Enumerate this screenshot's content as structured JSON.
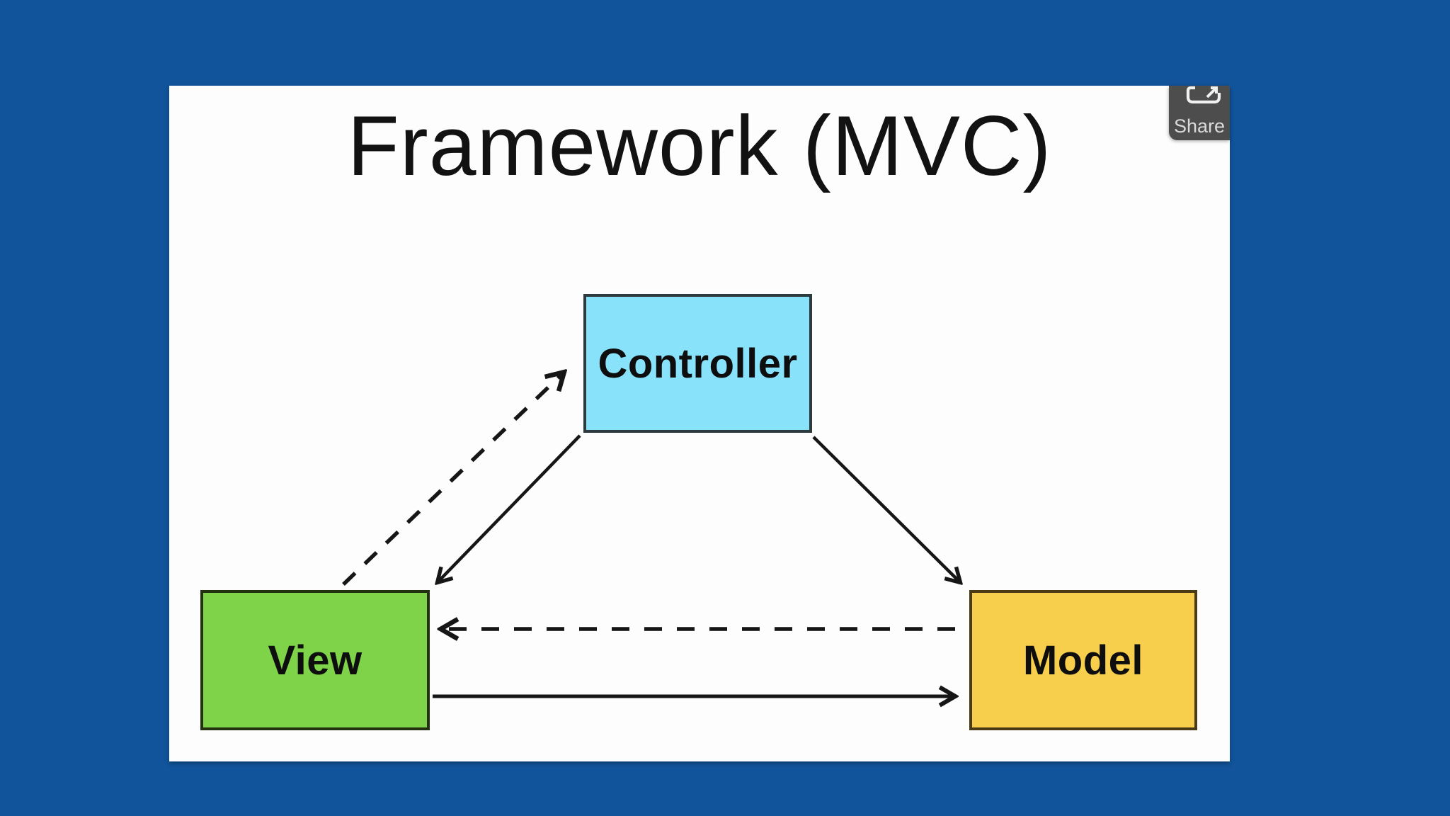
{
  "page": {
    "background_color": "#11549B"
  },
  "slide": {
    "background_color": "#FDFDFD",
    "title": "Framework (MVC)",
    "nodes": [
      {
        "id": "controller",
        "label": "Controller",
        "fill": "#87E2FA",
        "border": "#2E3B3E"
      },
      {
        "id": "view",
        "label": "View",
        "fill": "#7ED348",
        "border": "#22310F"
      },
      {
        "id": "model",
        "label": "Model",
        "fill": "#F7CF4D",
        "border": "#4A3A15"
      }
    ],
    "edges": [
      {
        "from": "view",
        "to": "controller",
        "style": "dashed",
        "arrowhead_at": "controller"
      },
      {
        "from": "controller",
        "to": "view",
        "style": "solid",
        "arrowhead_at": "view"
      },
      {
        "from": "controller",
        "to": "model",
        "style": "solid",
        "arrowhead_at": "model"
      },
      {
        "from": "model",
        "to": "view",
        "style": "dashed",
        "arrowhead_at": "view"
      },
      {
        "from": "view",
        "to": "model",
        "style": "solid",
        "arrowhead_at": "model"
      }
    ],
    "arrow_color": "#161616"
  },
  "share_button": {
    "label": "Share",
    "icon": "share-export-icon",
    "background_color": "#4D4D4D",
    "text_color": "#DADADA"
  }
}
